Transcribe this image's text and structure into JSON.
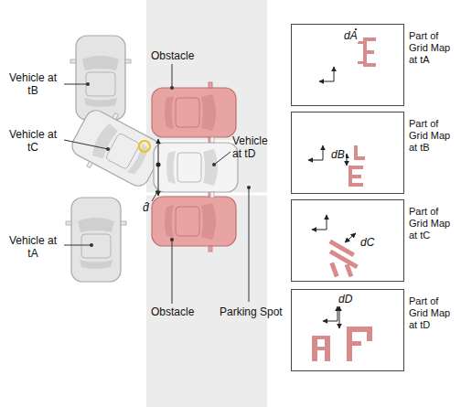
{
  "diagram": {
    "nodes": [
      {
        "text": [
          "dA",
          "Part of Grid Map at tA"
        ]
      },
      {
        "text": [
          "dB",
          "Part of Grid Map at tB"
        ]
      },
      {
        "text": [
          "dC",
          "Part of Grid Map at tC"
        ]
      },
      {
        "text": [
          "dD",
          "Part of Grid Map at tD"
        ]
      }
    ],
    "labels": [
      "Obstacle",
      "Vehicle at tB",
      "Vehicle at tC",
      "Vehicle at tD",
      "d̂",
      "Vehicle at tA",
      "Obstacle",
      "Parking Spot"
    ]
  }
}
